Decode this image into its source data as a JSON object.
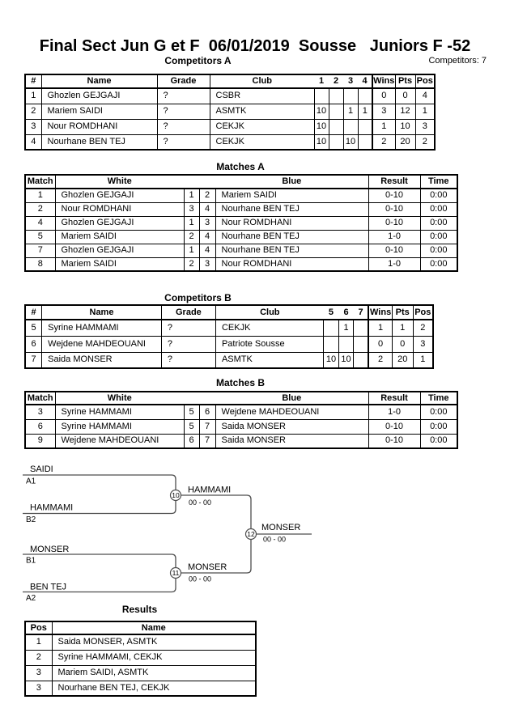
{
  "title": "Final Sect Jun G et F  06/01/2019  Sousse   Juniors F -52",
  "competitors_total": "Competitors: 7",
  "colors": {
    "text": "#000000",
    "bracket_line": "#4d4d4d"
  },
  "competitors_a": {
    "heading": "Competitors A",
    "columns": {
      "num": "#",
      "name": "Name",
      "grade": "Grade",
      "club": "Club",
      "r1": "1",
      "r2": "2",
      "r3": "3",
      "r4": "4",
      "wins": "Wins",
      "pts": "Pts",
      "pos": "Pos"
    },
    "rows": [
      {
        "num": "1",
        "name": "Ghozlen GEJGAJI",
        "grade": "?",
        "club": "CSBR",
        "s1": "",
        "s2": "",
        "s3": "",
        "s4": "",
        "wins": "0",
        "pts": "0",
        "pos": "4"
      },
      {
        "num": "2",
        "name": "Mariem SAIDI",
        "grade": "?",
        "club": "ASMTK",
        "s1": "10",
        "s2": "",
        "s3": "1",
        "s4": "1",
        "wins": "3",
        "pts": "12",
        "pos": "1"
      },
      {
        "num": "3",
        "name": "Nour ROMDHANI",
        "grade": "?",
        "club": "CEKJK",
        "s1": "10",
        "s2": "",
        "s3": "",
        "s4": "",
        "wins": "1",
        "pts": "10",
        "pos": "3"
      },
      {
        "num": "4",
        "name": "Nourhane BEN TEJ",
        "grade": "?",
        "club": "CEKJK",
        "s1": "10",
        "s2": "",
        "s3": "10",
        "s4": "",
        "wins": "2",
        "pts": "20",
        "pos": "2"
      }
    ]
  },
  "matches_a": {
    "heading": "Matches A",
    "columns": {
      "match": "Match",
      "white": "White",
      "blue": "Blue",
      "result": "Result",
      "time": "Time"
    },
    "rows": [
      {
        "match": "1",
        "white": "Ghozlen GEJGAJI",
        "wn": "1",
        "bn": "2",
        "blue": "Mariem SAIDI",
        "result": "0-10",
        "time": "0:00"
      },
      {
        "match": "2",
        "white": "Nour ROMDHANI",
        "wn": "3",
        "bn": "4",
        "blue": "Nourhane BEN TEJ",
        "result": "0-10",
        "time": "0:00"
      },
      {
        "match": "4",
        "white": "Ghozlen GEJGAJI",
        "wn": "1",
        "bn": "3",
        "blue": "Nour ROMDHANI",
        "result": "0-10",
        "time": "0:00"
      },
      {
        "match": "5",
        "white": "Mariem SAIDI",
        "wn": "2",
        "bn": "4",
        "blue": "Nourhane BEN TEJ",
        "result": "1-0",
        "time": "0:00"
      },
      {
        "match": "7",
        "white": "Ghozlen GEJGAJI",
        "wn": "1",
        "bn": "4",
        "blue": "Nourhane BEN TEJ",
        "result": "0-10",
        "time": "0:00"
      },
      {
        "match": "8",
        "white": "Mariem SAIDI",
        "wn": "2",
        "bn": "3",
        "blue": "Nour ROMDHANI",
        "result": "1-0",
        "time": "0:00"
      }
    ]
  },
  "competitors_b": {
    "heading": "Competitors B",
    "columns": {
      "num": "#",
      "name": "Name",
      "grade": "Grade",
      "club": "Club",
      "r1": "5",
      "r2": "6",
      "r3": "7",
      "wins": "Wins",
      "pts": "Pts",
      "pos": "Pos"
    },
    "rows": [
      {
        "num": "5",
        "name": "Syrine HAMMAMI",
        "grade": "?",
        "club": "CEKJK",
        "s1": "",
        "s2": "1",
        "s3": "",
        "wins": "1",
        "pts": "1",
        "pos": "2"
      },
      {
        "num": "6",
        "name": "Wejdene MAHDEOUANI",
        "grade": "?",
        "club": "Patriote Sousse",
        "s1": "",
        "s2": "",
        "s3": "",
        "wins": "0",
        "pts": "0",
        "pos": "3"
      },
      {
        "num": "7",
        "name": "Saida MONSER",
        "grade": "?",
        "club": "ASMTK",
        "s1": "10",
        "s2": "10",
        "s3": "",
        "wins": "2",
        "pts": "20",
        "pos": "1"
      }
    ]
  },
  "matches_b": {
    "heading": "Matches B",
    "columns": {
      "match": "Match",
      "white": "White",
      "blue": "Blue",
      "result": "Result",
      "time": "Time"
    },
    "rows": [
      {
        "match": "3",
        "white": "Syrine HAMMAMI",
        "wn": "5",
        "bn": "6",
        "blue": "Wejdene MAHDEOUANI",
        "result": "1-0",
        "time": "0:00"
      },
      {
        "match": "6",
        "white": "Syrine HAMMAMI",
        "wn": "5",
        "bn": "7",
        "blue": "Saida MONSER",
        "result": "0-10",
        "time": "0:00"
      },
      {
        "match": "9",
        "white": "Wejdene MAHDEOUANI",
        "wn": "6",
        "bn": "7",
        "blue": "Saida MONSER",
        "result": "0-10",
        "time": "0:00"
      }
    ]
  },
  "bracket": {
    "slots": [
      {
        "name": "SAIDI",
        "seed": "A1"
      },
      {
        "name": "HAMMAMI",
        "seed": "B2"
      },
      {
        "name": "MONSER",
        "seed": "B1"
      },
      {
        "name": "BEN TEJ",
        "seed": "A2"
      }
    ],
    "semifinal1": {
      "number": "10",
      "winner": "HAMMAMI",
      "score": "00 - 00"
    },
    "semifinal2": {
      "number": "11",
      "winner": "MONSER",
      "score": "00 - 00"
    },
    "final": {
      "number": "12",
      "winner": "MONSER",
      "score": "00 - 00"
    }
  },
  "results": {
    "heading": "Results",
    "columns": {
      "pos": "Pos",
      "name": "Name"
    },
    "rows": [
      {
        "pos": "1",
        "name": "Saida MONSER, ASMTK"
      },
      {
        "pos": "2",
        "name": "Syrine HAMMAMI, CEKJK"
      },
      {
        "pos": "3",
        "name": "Mariem SAIDI, ASMTK"
      },
      {
        "pos": "3",
        "name": "Nourhane BEN TEJ, CEKJK"
      }
    ]
  }
}
